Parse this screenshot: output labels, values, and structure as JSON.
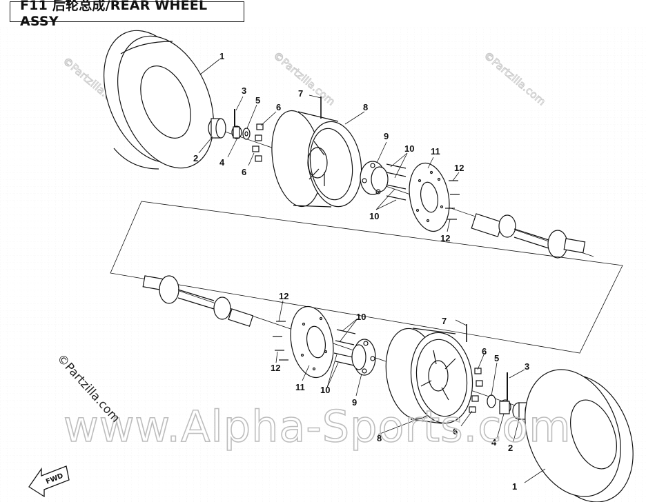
{
  "header": {
    "title": "F11 后轮总成/REAR WHEEL ASSY"
  },
  "watermarks": {
    "main": "www.Alpha-Sports.com",
    "small": "©Partzilla.com",
    "corner": "©Partzilla.com"
  },
  "fwd_label": "FWD",
  "callouts": {
    "upper": {
      "c1": "1",
      "c2": "2",
      "c3": "3",
      "c4": "4",
      "c5": "5",
      "c6a": "6",
      "c6b": "6",
      "c7": "7",
      "c8": "8",
      "c9": "9",
      "c10a": "10",
      "c10b": "10",
      "c11": "11",
      "c12a": "12",
      "c12b": "12"
    },
    "lower": {
      "c1": "1",
      "c2": "2",
      "c3": "3",
      "c4": "4",
      "c5": "5",
      "c6a": "6",
      "c6b": "6",
      "c7": "7",
      "c8": "8",
      "c9": "9",
      "c10a": "10",
      "c10b": "10",
      "c11": "11",
      "c12a": "12",
      "c12b": "12"
    }
  },
  "colors": {
    "line": "#111111",
    "watermark": "#bdbdbd",
    "background": "#ffffff"
  }
}
